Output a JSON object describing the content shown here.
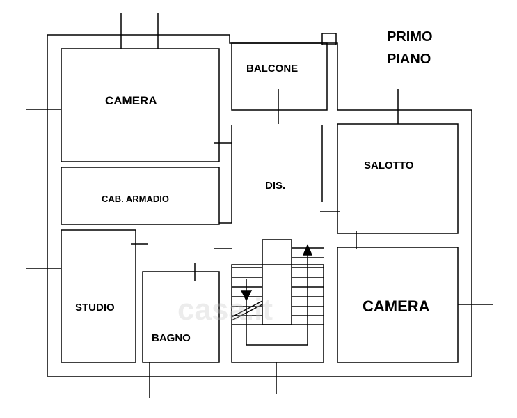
{
  "title": [
    "PRIMO",
    "PIANO"
  ],
  "rooms": {
    "camera_top": "CAMERA",
    "balcone": "BALCONE",
    "salotto": "SALOTTO",
    "cab_armadio": "CAB. ARMADIO",
    "dis": "DIS.",
    "studio": "STUDIO",
    "bagno": "BAGNO",
    "camera_bottom": "CAMERA"
  },
  "watermark": "casa.it"
}
